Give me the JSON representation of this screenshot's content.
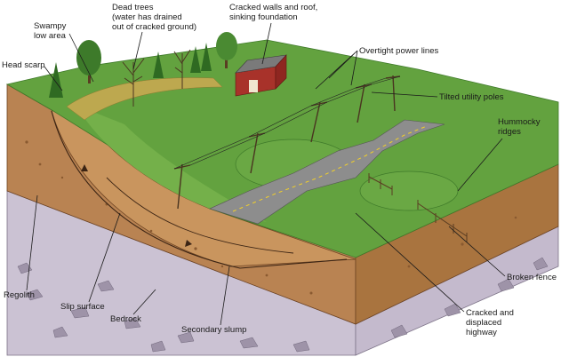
{
  "labels": {
    "head_scarp": "Head scarp",
    "swampy_1": "Swampy",
    "swampy_2": "low area",
    "dead_trees_1": "Dead trees",
    "dead_trees_2": "(water has drained",
    "dead_trees_3": "out of cracked ground)",
    "cracked_walls_1": "Cracked walls and roof,",
    "cracked_walls_2": "sinking foundation",
    "power_lines": "Overtight power lines",
    "tilted_poles": "Tilted utility poles",
    "hummocky_1": "Hummocky",
    "hummocky_2": "ridges",
    "regolith": "Regolith",
    "slip_surface": "Slip surface",
    "bedrock": "Bedrock",
    "secondary_slump": "Secondary slump",
    "broken_fence": "Broken fence",
    "highway_1": "Cracked and",
    "highway_2": "displaced",
    "highway_3": "highway"
  },
  "colors": {
    "grass": "#5f9e3c",
    "grass_dark": "#3f7a2a",
    "regolith": "#b07a4a",
    "regolith_dark": "#8c5a32",
    "bedrock": "#c9bfd0",
    "road": "#8a8a8a",
    "road_line": "#f2d02a",
    "barn": "#a8322a",
    "swamp": "#b8a24a"
  }
}
